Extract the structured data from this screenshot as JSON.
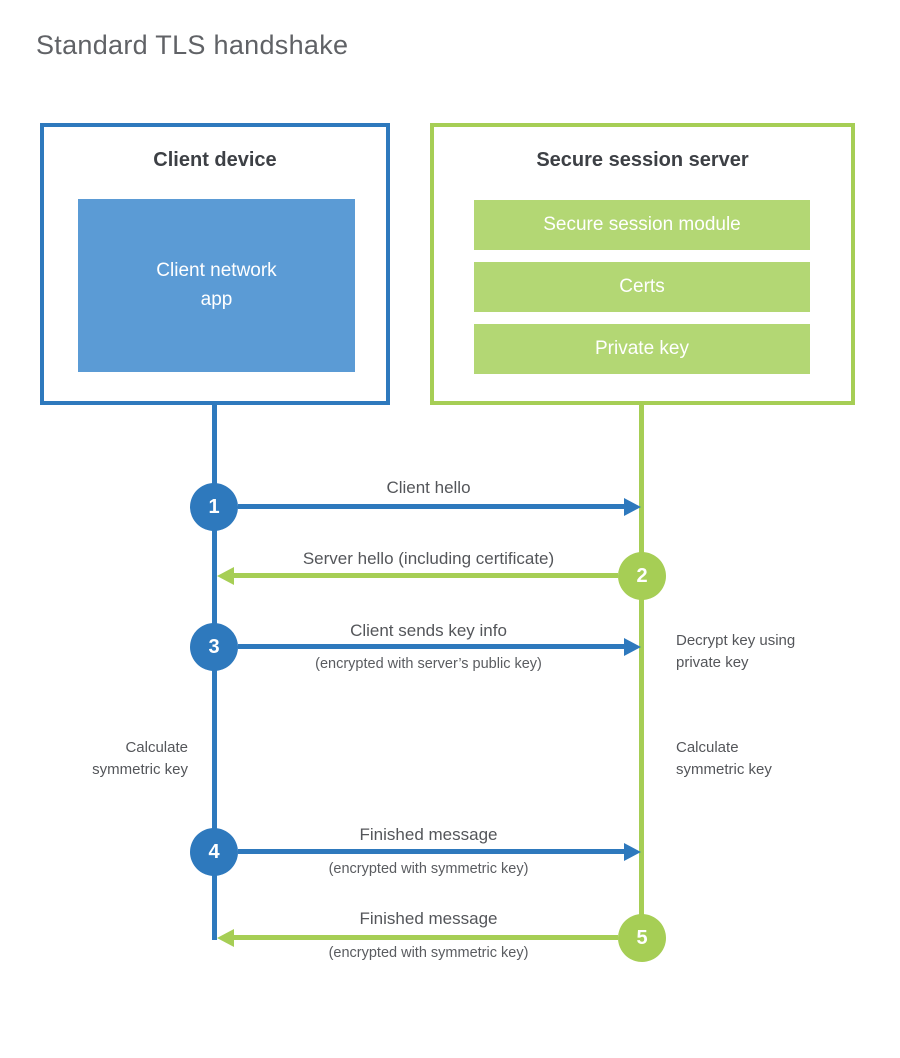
{
  "title": "Standard TLS handshake",
  "colors": {
    "blue": "#2e79bd",
    "blue_fill": "#5b9bd5",
    "green": "#a6ce55",
    "green_fill": "#b3d774"
  },
  "client_box": {
    "title": "Client device",
    "app_label_line1": "Client network",
    "app_label_line2": "app"
  },
  "server_box": {
    "title": "Secure session server",
    "modules": [
      "Secure session module",
      "Certs",
      "Private key"
    ]
  },
  "steps": [
    {
      "number": "1",
      "from": "client",
      "to": "server",
      "label": "Client hello",
      "sublabel": ""
    },
    {
      "number": "2",
      "from": "server",
      "to": "client",
      "label": "Server hello (including certificate)",
      "sublabel": ""
    },
    {
      "number": "3",
      "from": "client",
      "to": "server",
      "label": "Client sends key info",
      "sublabel": "(encrypted with server’s public key)"
    },
    {
      "number": "4",
      "from": "client",
      "to": "server",
      "label": "Finished message",
      "sublabel": "(encrypted with symmetric key)"
    },
    {
      "number": "5",
      "from": "server",
      "to": "client",
      "label": "Finished message",
      "sublabel": "(encrypted with symmetric key)"
    }
  ],
  "side_notes": {
    "decrypt_key": "Decrypt key using private key",
    "calculate_left": "Calculate symmetric key",
    "calculate_right": "Calculate symmetric key"
  }
}
